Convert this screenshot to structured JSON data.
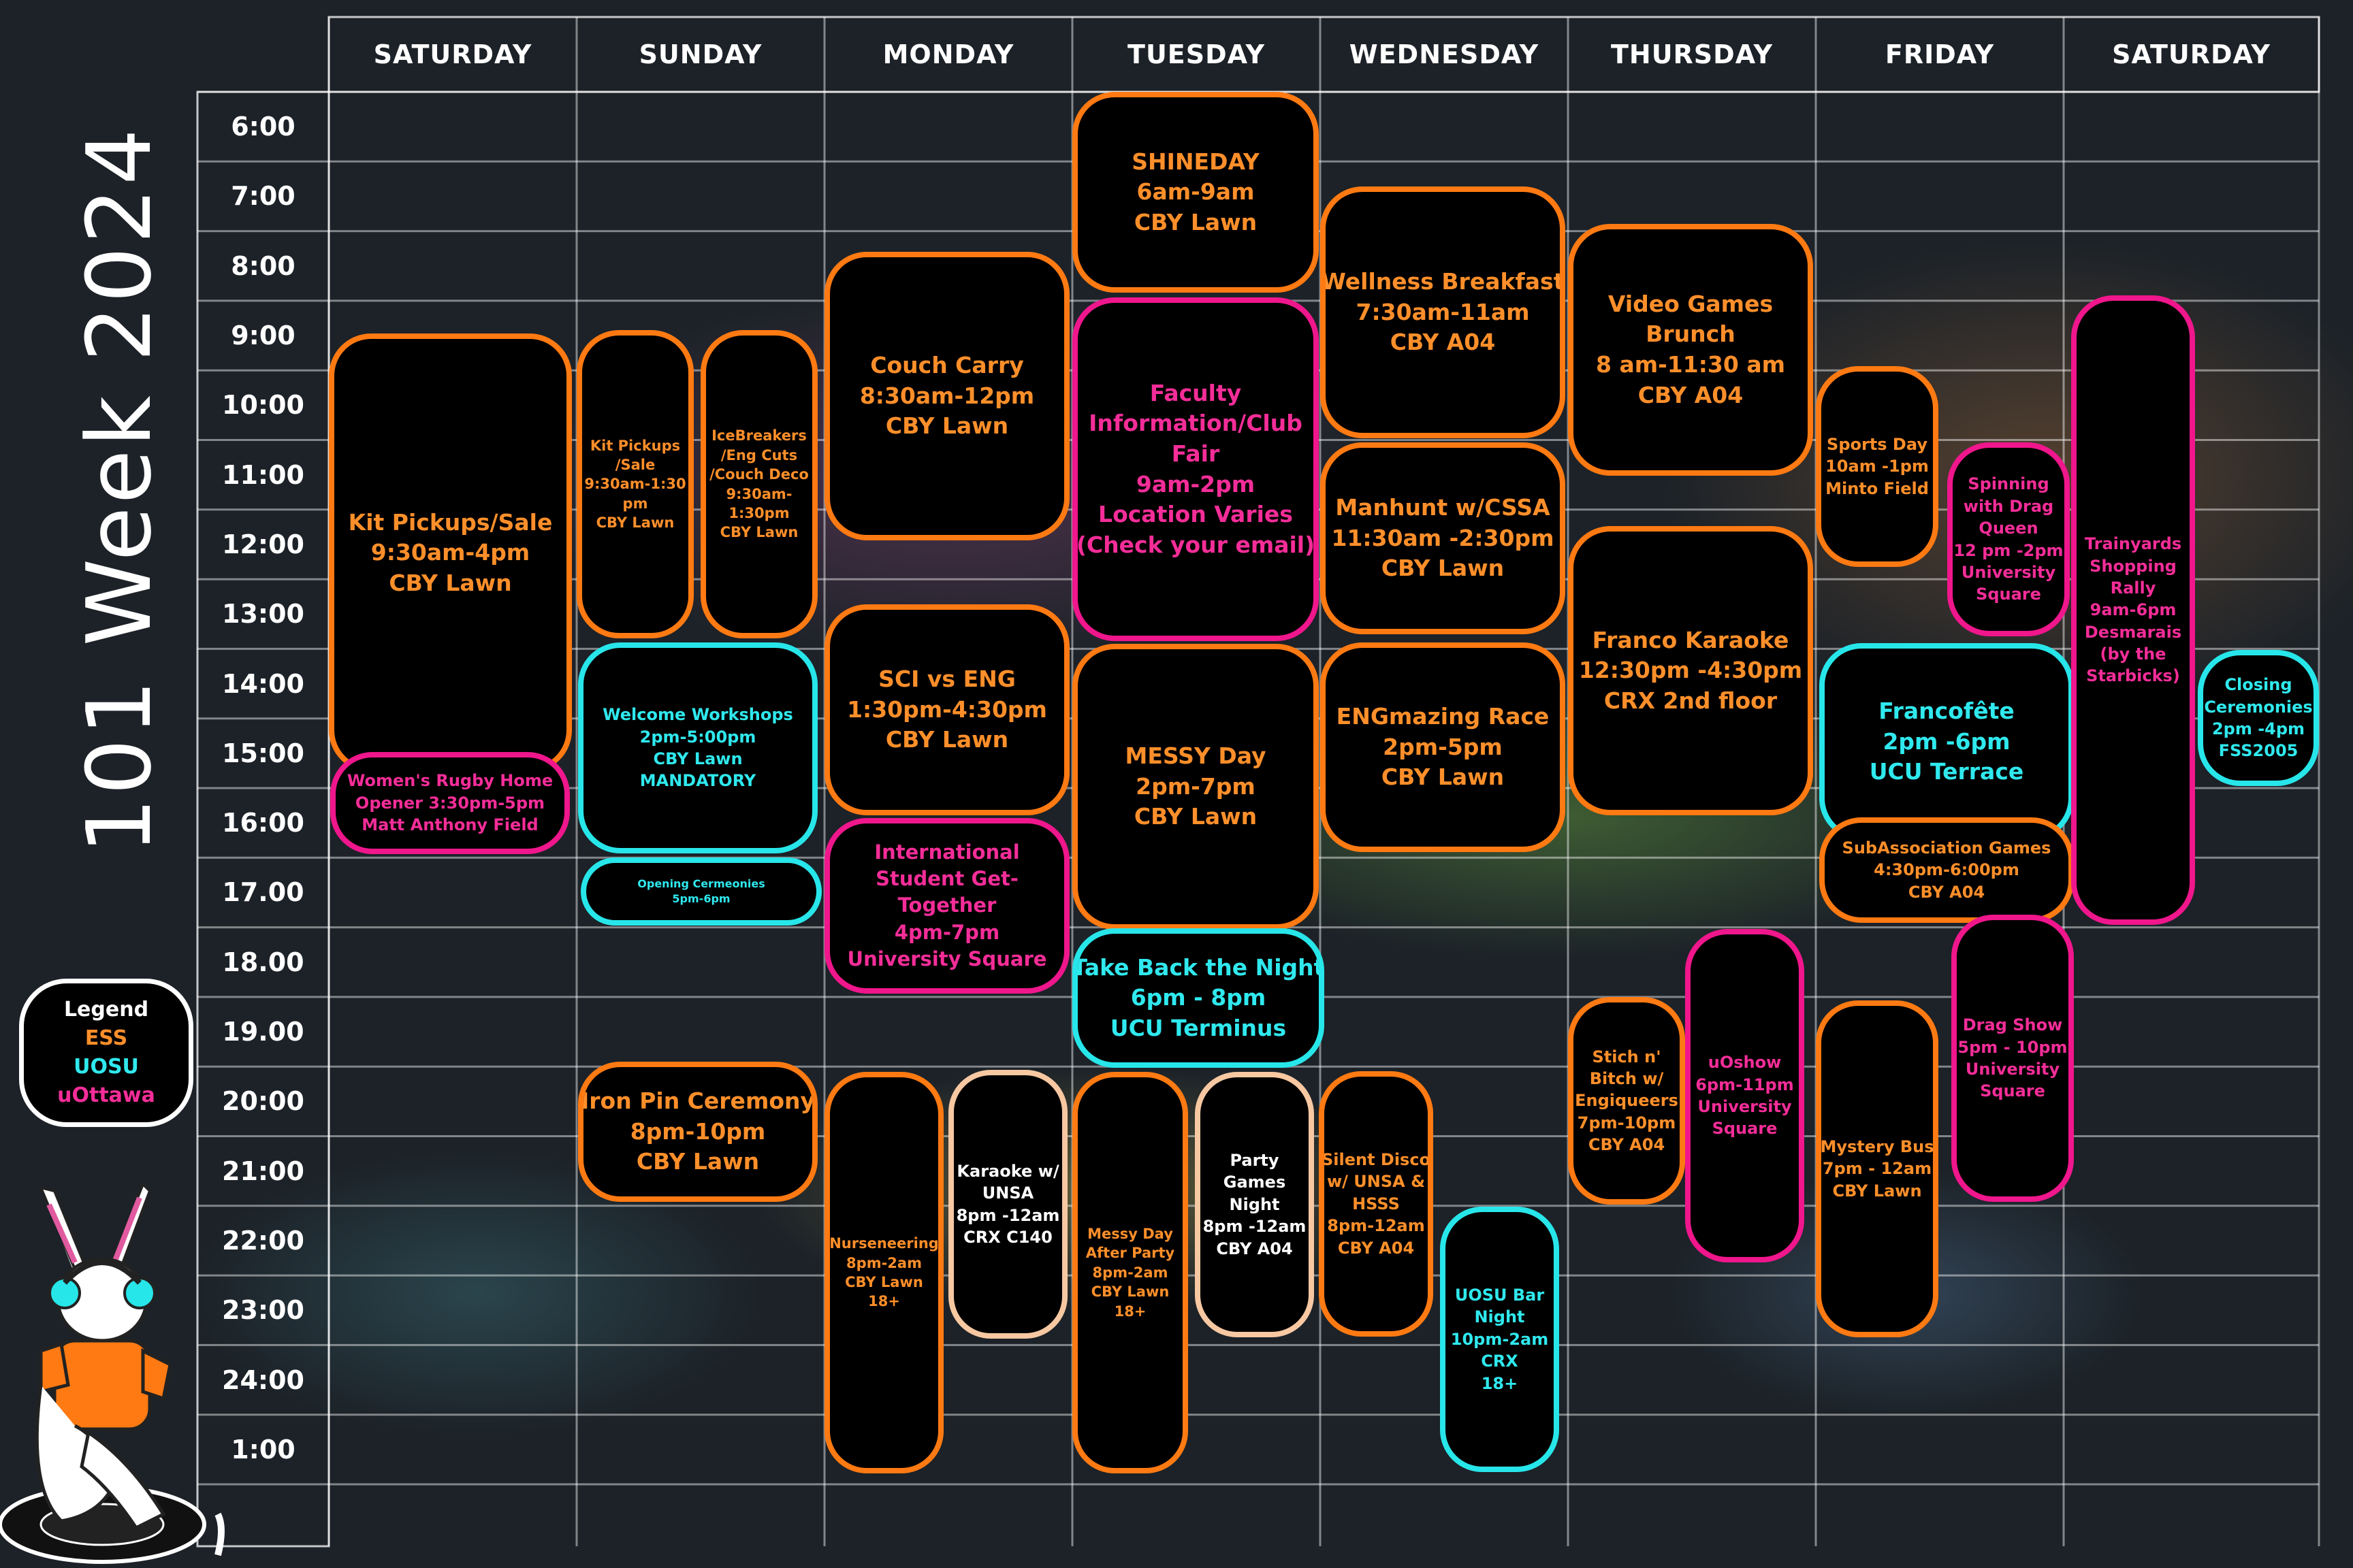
{
  "title": "101 Week 2024",
  "legend": {
    "heading": "Legend",
    "items": [
      {
        "label": "ESS",
        "color": "#ff8f2a"
      },
      {
        "label": "UOSU",
        "color": "#2fe9ee"
      },
      {
        "label": "uOttawa",
        "color": "#f42d98"
      }
    ]
  },
  "colors": {
    "ESS": "#ff7a12",
    "UOSU": "#27e6ea",
    "uOttawa": "#f0168c",
    "neutral": "#f7c8a2",
    "background": "#1c2228"
  },
  "days": [
    "SATURDAY",
    "SUNDAY",
    "MONDAY",
    "TUESDAY",
    "WEDNESDAY",
    "THURSDAY",
    "FRIDAY",
    "SATURDAY"
  ],
  "times": [
    "6:00",
    "7:00",
    "8:00",
    "9:00",
    "10:00",
    "11:00",
    "12:00",
    "13:00",
    "14:00",
    "15:00",
    "16:00",
    "17.00",
    "18.00",
    "19.00",
    "20:00",
    "21:00",
    "22:00",
    "23:00",
    "24:00",
    "1:00"
  ],
  "events": [
    {
      "id": "kit-pickups-sale-sat",
      "org": "ESS",
      "lines": [
        "Kit Pickups/Sale",
        "9:30am-4pm",
        "CBY Lawn"
      ]
    },
    {
      "id": "womens-rugby",
      "org": "uOttawa",
      "lines": [
        "Women's Rugby Home",
        "Opener 3:30pm-5pm",
        "Matt Anthony Field"
      ]
    },
    {
      "id": "kit-pickups-sale-sun",
      "org": "ESS",
      "lines": [
        "Kit Pickups",
        "/Sale",
        "9:30am-1:30",
        "pm",
        "CBY Lawn"
      ]
    },
    {
      "id": "icebreakers",
      "org": "ESS",
      "lines": [
        "IceBreakers",
        "/Eng Cuts",
        "/Couch Deco",
        "9:30am-",
        "1:30pm",
        "CBY Lawn"
      ]
    },
    {
      "id": "welcome-workshops",
      "org": "UOSU",
      "lines": [
        "Welcome Workshops",
        "2pm-5:00pm",
        "CBY Lawn",
        "MANDATORY"
      ]
    },
    {
      "id": "opening-ceremonies",
      "org": "UOSU",
      "lines": [
        "Opening Cermeonies",
        "5pm-6pm"
      ]
    },
    {
      "id": "iron-pin",
      "org": "ESS",
      "lines": [
        "Iron Pin Ceremony",
        "8pm-10pm",
        "CBY Lawn"
      ]
    },
    {
      "id": "couch-carry",
      "org": "ESS",
      "lines": [
        "Couch Carry",
        "8:30am-12pm",
        "CBY Lawn"
      ]
    },
    {
      "id": "sci-vs-eng",
      "org": "ESS",
      "lines": [
        "SCI vs ENG",
        "1:30pm-4:30pm",
        "CBY Lawn"
      ]
    },
    {
      "id": "international",
      "org": "uOttawa",
      "lines": [
        "International",
        "Student Get-",
        "Together",
        "4pm-7pm",
        "University Square"
      ]
    },
    {
      "id": "nurseneering",
      "org": "ESS",
      "lines": [
        "Nurseneering",
        "8pm-2am",
        "CBY Lawn",
        "18+"
      ]
    },
    {
      "id": "karaoke-unsa",
      "org": "neutral",
      "lines": [
        "Karaoke w/",
        "UNSA",
        "8pm -12am",
        "CRX C140"
      ]
    },
    {
      "id": "shineday",
      "org": "ESS",
      "lines": [
        "SHINEDAY",
        "6am-9am",
        "CBY Lawn"
      ]
    },
    {
      "id": "faculty-fair",
      "org": "uOttawa",
      "lines": [
        "Faculty",
        "Information/Club",
        "Fair",
        "9am-2pm",
        "Location Varies",
        "(Check your email)"
      ]
    },
    {
      "id": "messy-day",
      "org": "ESS",
      "lines": [
        "MESSY Day",
        "2pm-7pm",
        "CBY Lawn"
      ]
    },
    {
      "id": "take-back-night",
      "org": "UOSU",
      "lines": [
        "Take Back the Night",
        "6pm - 8pm",
        "UCU Terminus"
      ]
    },
    {
      "id": "messy-after-party",
      "org": "ESS",
      "lines": [
        "Messy Day",
        "After Party",
        "8pm-2am",
        "CBY Lawn",
        "18+"
      ]
    },
    {
      "id": "party-games",
      "org": "neutral",
      "lines": [
        "Party",
        "Games",
        "Night",
        "8pm -12am",
        "CBY A04"
      ]
    },
    {
      "id": "wellness-breakfast",
      "org": "ESS",
      "lines": [
        "Wellness Breakfast",
        "7:30am-11am",
        "CBY A04"
      ]
    },
    {
      "id": "manhunt",
      "org": "ESS",
      "lines": [
        "Manhunt w/CSSA",
        "11:30am -2:30pm",
        "CBY Lawn"
      ]
    },
    {
      "id": "engmazing",
      "org": "ESS",
      "lines": [
        "ENGmazing Race",
        "2pm-5pm",
        "CBY Lawn"
      ]
    },
    {
      "id": "silent-disco",
      "org": "ESS",
      "lines": [
        "Silent Disco",
        "w/ UNSA &",
        "HSSS",
        "8pm-12am",
        "CBY A04"
      ]
    },
    {
      "id": "uosu-bar-night",
      "org": "UOSU",
      "lines": [
        "UOSU Bar",
        "Night",
        "10pm-2am",
        "CRX",
        "18+"
      ]
    },
    {
      "id": "video-games",
      "org": "ESS",
      "lines": [
        "Video Games",
        "Brunch",
        "8 am-11:30 am",
        "CBY A04"
      ]
    },
    {
      "id": "franco-karaoke",
      "org": "ESS",
      "lines": [
        "Franco Karaoke",
        "12:30pm -4:30pm",
        "CRX 2nd floor"
      ]
    },
    {
      "id": "stich-n-bitch",
      "org": "ESS",
      "lines": [
        "Stich n'",
        "Bitch w/",
        "Engiqueers",
        "7pm-10pm",
        "CBY A04"
      ]
    },
    {
      "id": "udshow",
      "org": "uOttawa",
      "lines": [
        "uOshow",
        "6pm-11pm",
        "University",
        "Square"
      ]
    },
    {
      "id": "sports-day",
      "org": "ESS",
      "lines": [
        "Sports Day",
        "10am -1pm",
        "Minto Field"
      ]
    },
    {
      "id": "spinning-drag",
      "org": "uOttawa",
      "lines": [
        "Spinning",
        "with Drag",
        "Queen",
        "12 pm -2pm",
        "University",
        "Square"
      ]
    },
    {
      "id": "francofete",
      "org": "UOSU",
      "lines": [
        "Francofête",
        "2pm -6pm",
        "UCU Terrace"
      ]
    },
    {
      "id": "subassociation",
      "org": "ESS",
      "lines": [
        "SubAssociation Games",
        "4:30pm-6:00pm",
        "CBY A04"
      ]
    },
    {
      "id": "drag-show",
      "org": "uOttawa",
      "lines": [
        "Drag Show",
        "5pm - 10pm",
        "University",
        "Square"
      ]
    },
    {
      "id": "mystery-bus",
      "org": "ESS",
      "lines": [
        "Mystery Bus",
        "7pm - 12am",
        "CBY Lawn"
      ]
    },
    {
      "id": "trainyards",
      "org": "uOttawa",
      "lines": [
        "Trainyards",
        "Shopping",
        "Rally",
        "9am-6pm",
        "Desmarais",
        "(by the",
        "Starbicks)"
      ]
    },
    {
      "id": "closing-ceremonies",
      "org": "UOSU",
      "lines": [
        "Closing",
        "Ceremonies",
        "2pm -4pm",
        "FSS2005"
      ]
    }
  ]
}
